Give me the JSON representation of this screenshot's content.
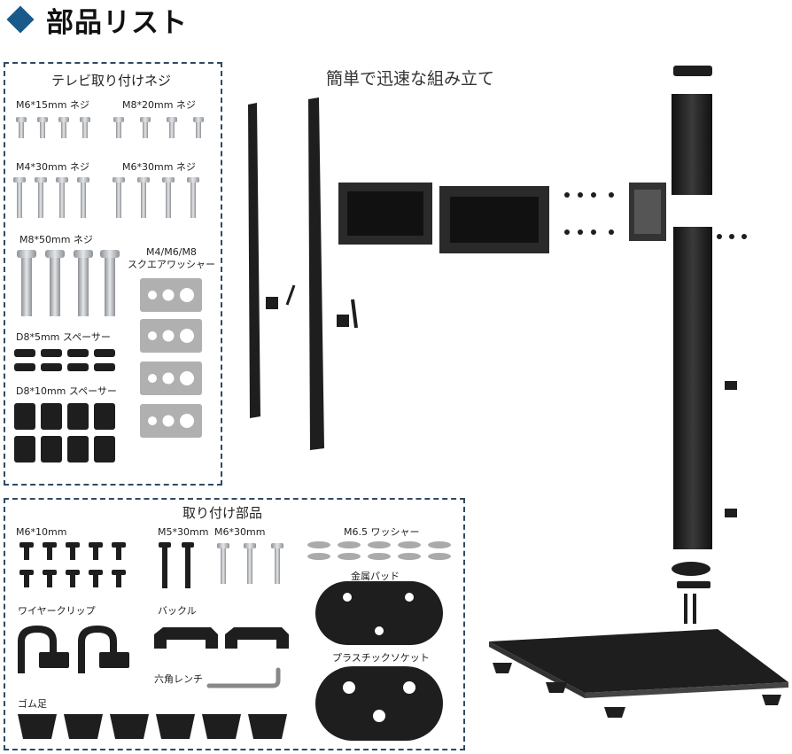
{
  "header": {
    "title": "部品リスト",
    "accent": "#1a5a8a"
  },
  "caption": "簡単で迅速な組み立て",
  "tv_screws_box": {
    "title": "テレビ取り付けネジ",
    "labels": {
      "m6_15": "M6*15mm ネジ",
      "m8_20": "M8*20mm ネジ",
      "m4_30": "M4*30mm ネジ",
      "m6_30": "M6*30mm ネジ",
      "m8_50": "M8*50mm ネジ",
      "square_washer": "M4/M6/M8\nスクエアワッシャー",
      "spacer5": "D8*5mm スペーサー",
      "spacer10": "D8*10mm スペーサー"
    }
  },
  "mount_parts_box": {
    "title": "取り付け部品",
    "labels": {
      "m6_10": "M6*10mm",
      "m5_30": "M5*30mm",
      "m6_30": "M6*30mm",
      "washer": "M6.5 ワッシャー",
      "metal_pad": "金属パッド",
      "wire_clip": "ワイヤークリップ",
      "buckle": "バックル",
      "hex_wrench": "六角レンチ",
      "plastic_socket": "プラスチックソケット",
      "rubber_feet": "ゴム足"
    }
  },
  "colors": {
    "border": "#2f4a63",
    "metal": "#b8bcc0",
    "black_part": "#1e1e1e",
    "gray_washer": "#a9a9a9"
  }
}
